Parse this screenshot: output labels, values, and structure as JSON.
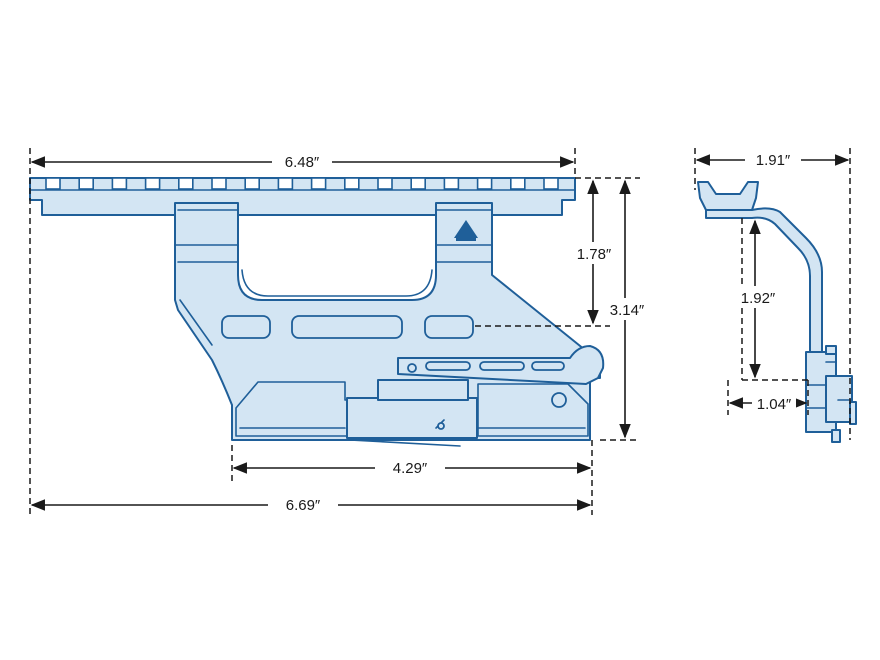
{
  "dimensions": {
    "rail_length": "6.48″",
    "height_to_rail_top_mid": "1.78″",
    "overall_height": "3.14″",
    "base_length": "4.29″",
    "overall_length": "6.69″",
    "side_width": "1.91″",
    "side_height": "1.92″",
    "side_offset": "1.04″"
  },
  "colors": {
    "part_fill": "#d3e5f3",
    "part_stroke": "#1f5f99",
    "dimension_lines": "#1a1a1a"
  },
  "icons": {
    "brand_logo": "leapers-utg-logo"
  }
}
